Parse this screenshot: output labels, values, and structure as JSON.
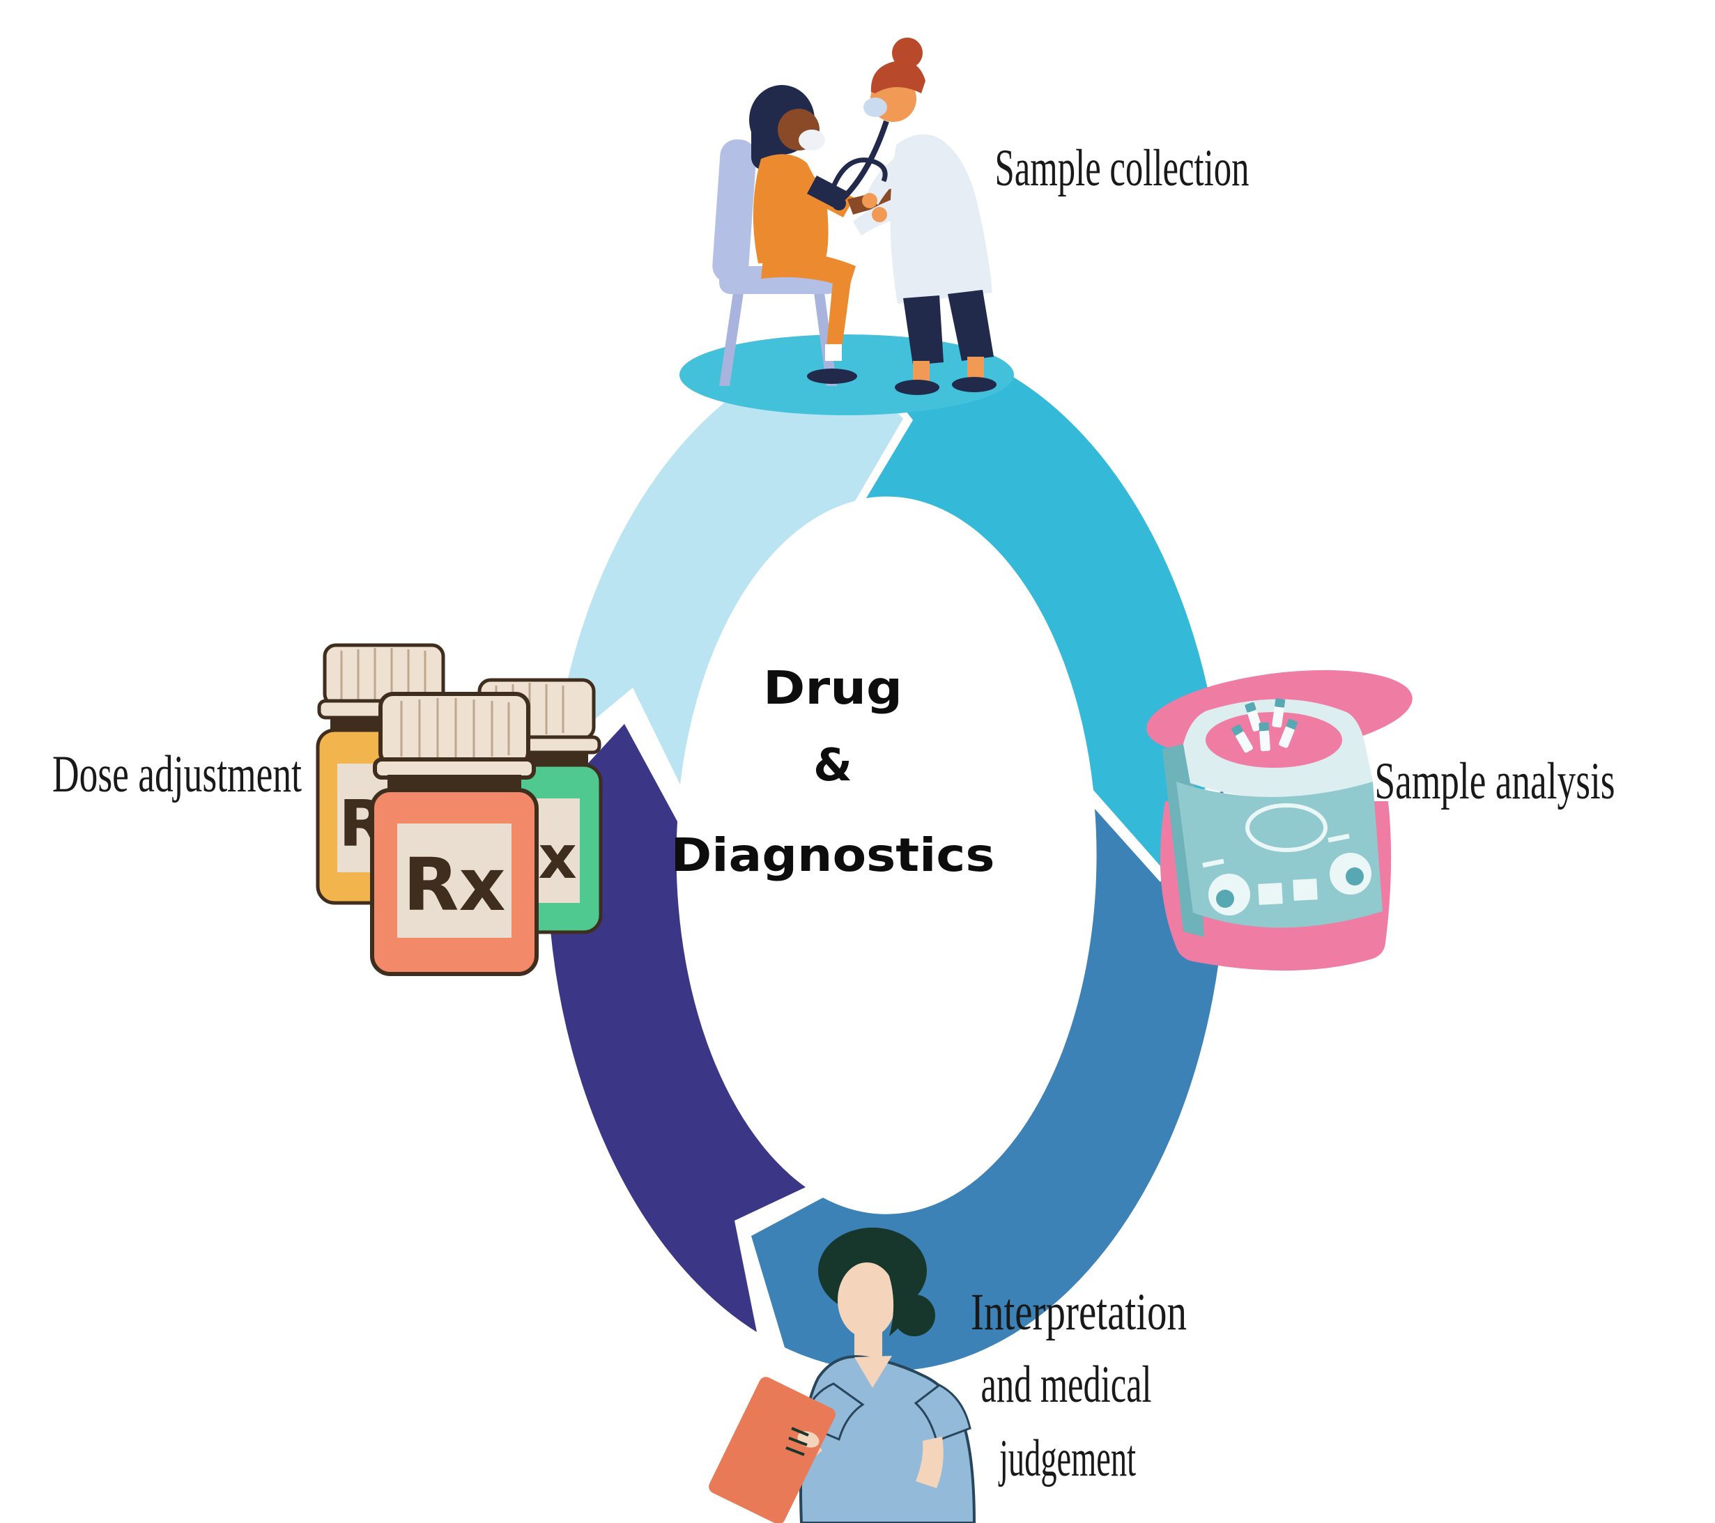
{
  "center_label": {
    "line1": "Drug",
    "line2": "&",
    "line3": "Diagnostics"
  },
  "stages": [
    {
      "name": "sample-collection",
      "label": "Sample collection",
      "segment_color": "#35b9d9"
    },
    {
      "name": "sample-analysis",
      "label": "Sample analysis",
      "segment_color": "#3c82b7"
    },
    {
      "name": "interpretation-and-medical-judgement",
      "label_lines": [
        "Interpretation",
        "and medical",
        "judgement"
      ],
      "segment_color": "#3b3786"
    },
    {
      "name": "dose-adjustment",
      "label": "Dose adjustment",
      "segment_color": "#bbe4f2"
    }
  ],
  "illustrations": [
    {
      "name": "blood-pressure-check-illustration",
      "depicts": "doctor measuring seated patient's blood pressure"
    },
    {
      "name": "centrifuge-illustration",
      "depicts": "benchtop centrifuge with sample tubes"
    },
    {
      "name": "clinician-tablet-illustration",
      "depicts": "clinician reviewing results on a tablet"
    },
    {
      "name": "rx-bottles-illustration",
      "depicts": "three prescription pill bottles",
      "bottle_text": "Rx"
    }
  ],
  "colors": {
    "background": "#ffffff",
    "label_text": "#191919",
    "center_text": "#0d0d0d"
  }
}
